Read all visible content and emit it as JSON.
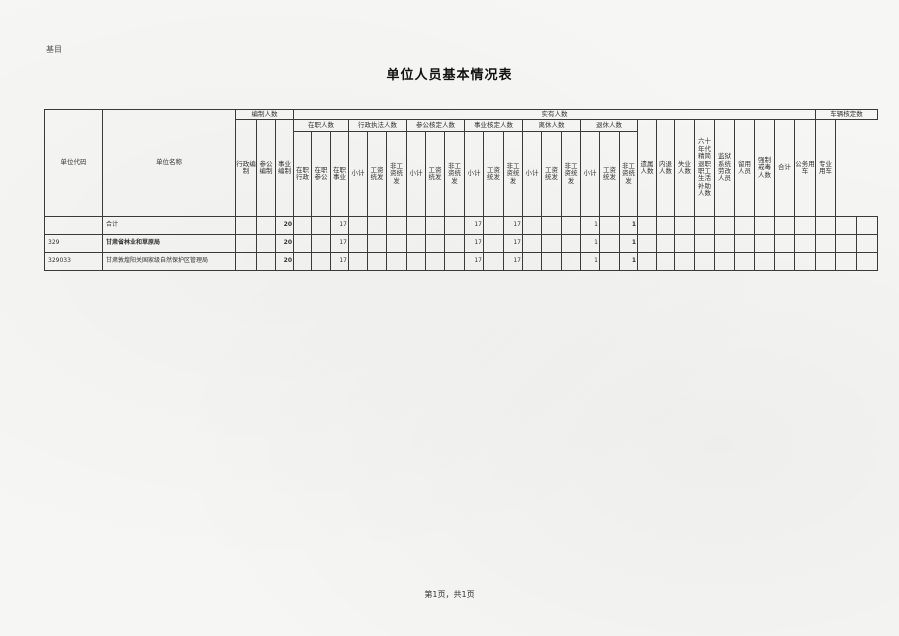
{
  "corner_label": "基目",
  "title": "单位人员基本情况表",
  "footer": "第1页，共1页",
  "headers": {
    "unit_code": "单位代码",
    "unit_name": "单位名称",
    "staffing": "编制人数",
    "current": "实有人数",
    "vehicles": "车辆核定数",
    "zaizhi": "在职人数",
    "xingzheng": "行政执法人数",
    "canzhao": "参公核定人数",
    "shiye": "事业核定人数",
    "qita": "离休人数",
    "tuixiu": "退休人数",
    "xingzheng_bianzhi": "行政编制",
    "canzhao_bianzhi": "参公编制",
    "shiye_bianzhi": "事业编制",
    "zz_xingzheng": "在职行政",
    "zz_canzhao": "在职参公",
    "zz_shiye": "在职事业",
    "sub_xiaoji": "小计",
    "sub_gongzi": "工资统发",
    "sub_feigongzi": "非工资统发",
    "tx_feigongzi": "非工资统发",
    "yingpin": "遗属人数",
    "neibu": "内退人数",
    "shiye_r": "失业人数",
    "liushi": "六十年代精简退职职工生活补助人数",
    "jiaoyu": "监狱系统劳改人员",
    "liuyong": "留用人员",
    "qiangzhi": "强制戒毒人数",
    "heji": "合计",
    "gongwu": "公务用车",
    "zhuanye": "专业用车"
  },
  "rows": [
    {
      "code": "",
      "name": "合计",
      "shiye_bz": "20",
      "zz_shiye": "17",
      "sy_xiaoji": "17",
      "sy_fei": "17",
      "tx_xiaoji": "1",
      "tx_fei": "1"
    },
    {
      "code": "329",
      "name": "甘肃省林业和草原局",
      "shiye_bz": "20",
      "zz_shiye": "17",
      "sy_xiaoji": "17",
      "sy_fei": "17",
      "tx_xiaoji": "1",
      "tx_fei": "1"
    },
    {
      "code": "329033",
      "name": "甘肃敦煌阳关国家级自然保护区管理局",
      "shiye_bz": "20",
      "zz_shiye": "17",
      "sy_xiaoji": "17",
      "sy_fei": "17",
      "tx_xiaoji": "1",
      "tx_fei": "1"
    }
  ]
}
